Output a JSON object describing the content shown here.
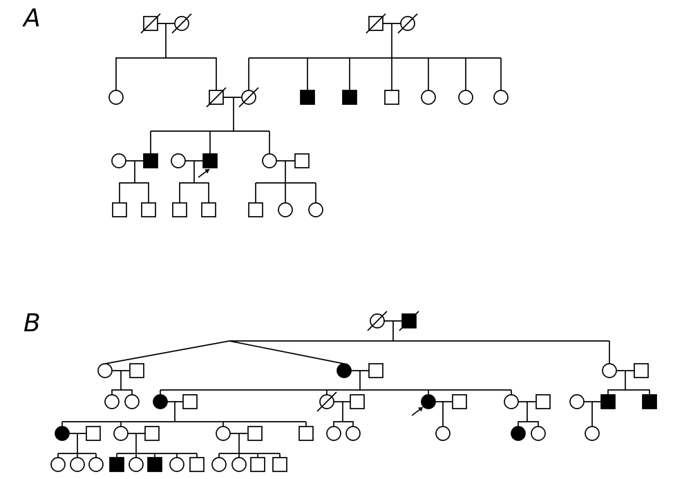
{
  "panels": [
    {
      "id": "A",
      "label": "A"
    },
    {
      "id": "B",
      "label": "B"
    }
  ],
  "legend_semantics": {
    "square": "male",
    "circle": "female",
    "filled": "affected",
    "slash": "deceased",
    "arrow": "proband"
  },
  "colors": {
    "ink": "#000000",
    "background": "#ffffff"
  }
}
